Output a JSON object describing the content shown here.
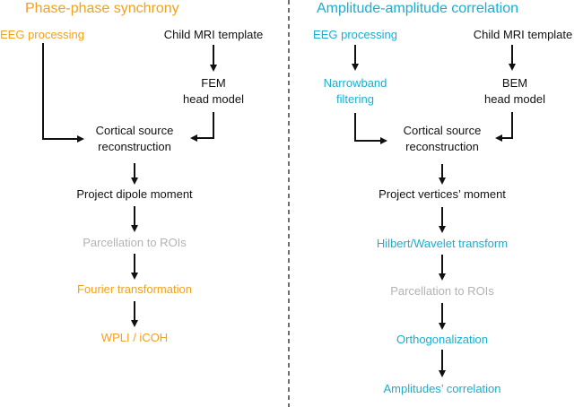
{
  "colors": {
    "orange": "#f0a21e",
    "blue": "#1aaed0",
    "gray": "#b3b3b3",
    "black": "#111111"
  },
  "left": {
    "title": "Phase-phase synchrony",
    "eeg": "EEG processing",
    "template": "Child MRI template",
    "head_model_1": "FEM",
    "head_model_2": "head model",
    "source_1": "Cortical source",
    "source_2": "reconstruction",
    "project": "Project dipole moment",
    "parcellation": "Parcellation to ROIs",
    "fourier": "Fourier transformation",
    "metric": "WPLI / iCOH"
  },
  "right": {
    "title": "Amplitude-amplitude correlation",
    "eeg": "EEG processing",
    "template": "Child MRI template",
    "filter_1": "Narrowband",
    "filter_2": "filtering",
    "head_model_1": "BEM",
    "head_model_2": "head model",
    "source_1": "Cortical source",
    "source_2": "reconstruction",
    "project": "Project vertices’ moment",
    "hilbert": "Hilbert/Wavelet transform",
    "parcellation": "Parcellation to ROIs",
    "orthogonalization": "Orthogonalization",
    "correlation": "Amplitudes’ correlation"
  }
}
